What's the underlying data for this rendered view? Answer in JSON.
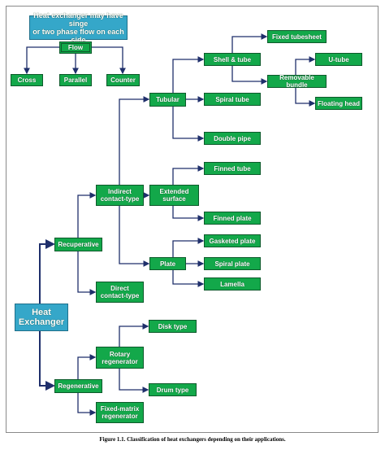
{
  "caption": "Figure 1.1. Classification of heat exchangers depending on their applications.",
  "colors": {
    "node_fill": "#13a84a",
    "note_fill": "#35a7c9",
    "edge": "#1f2f6b"
  },
  "nodes": {
    "note": "Heat exchanger may have singe\nor two phase flow on each side",
    "flow": "Flow",
    "cross": "Cross",
    "parallel": "Parallel",
    "counter": "Counter",
    "heat_exchanger": "Heat\nExchanger",
    "recuperative": "Recuperative",
    "regenerative": "Regenerative",
    "indirect": "Indirect\ncontact-type",
    "direct": "Direct\ncontact-type",
    "tubular": "Tubular",
    "extended": "Extended\nsurface",
    "plate": "Plate",
    "shell_tube": "Shell & tube",
    "spiral_tube": "Spiral tube",
    "double_pipe": "Double pipe",
    "fixed_tubesheet": "Fixed tubesheet",
    "removable_bundle": "Removable bundle",
    "u_tube": "U-tube",
    "floating_head": "Floating head",
    "finned_tube": "Finned tube",
    "finned_plate": "Finned plate",
    "gasketed_plate": "Gasketed plate",
    "spiral_plate": "Spiral plate",
    "lamella": "Lamella",
    "rotary": "Rotary\nregenerator",
    "fixed_matrix": "Fixed-matrix\nregenerator",
    "disk_type": "Disk type",
    "drum_type": "Drum type"
  }
}
